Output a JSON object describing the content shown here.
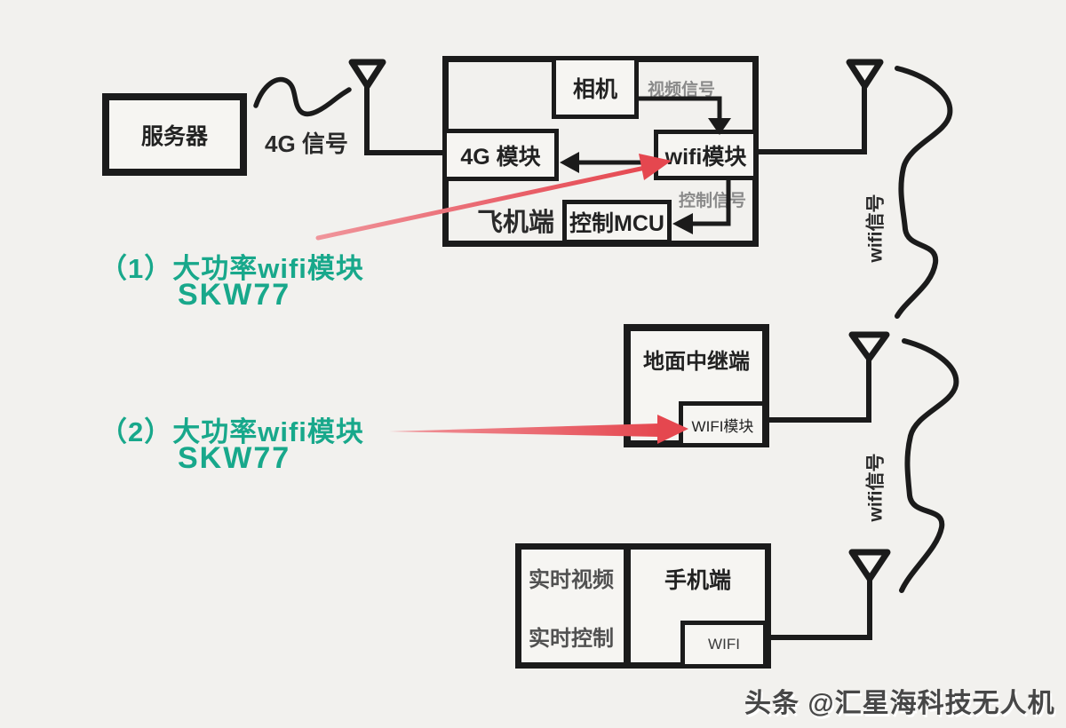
{
  "colors": {
    "background": "#f2f1ee",
    "line": "#1b1b1b",
    "green_accent": "#18a88b",
    "red_arrow": "#e6505a",
    "gray_label": "#8a8a8a",
    "watermark": "#474747"
  },
  "server": {
    "label": "服务器"
  },
  "signal_4g_label": "4G 信号",
  "aircraft": {
    "label": "飞机端",
    "camera_label": "相机",
    "module_4g_label": "4G 模块",
    "wifi_module_label": "wifi模块",
    "mcu_label": "控制MCU",
    "video_signal_label": "视频信号",
    "control_signal_label": "控制信号"
  },
  "wifi_signal_upper_label": "wifi信号",
  "wifi_signal_lower_label": "wifi信号",
  "ground_relay": {
    "label": "地面中继端",
    "wifi_module_label": "WIFI模块"
  },
  "phone": {
    "label": "手机端",
    "wifi_label": "WIFI",
    "realtime_video_label": "实时视频",
    "realtime_control_label": "实时控制"
  },
  "annotations": {
    "note1_line1": "（1）大功率wifi模块",
    "note1_line2": "SKW77",
    "note2_line1": "（2）大功率wifi模块",
    "note2_line2": "SKW77"
  },
  "watermark_text": "头条 @汇星海科技无人机",
  "icons": [
    "antenna-icon",
    "squiggle-signal-icon",
    "red-arrow-icon"
  ]
}
